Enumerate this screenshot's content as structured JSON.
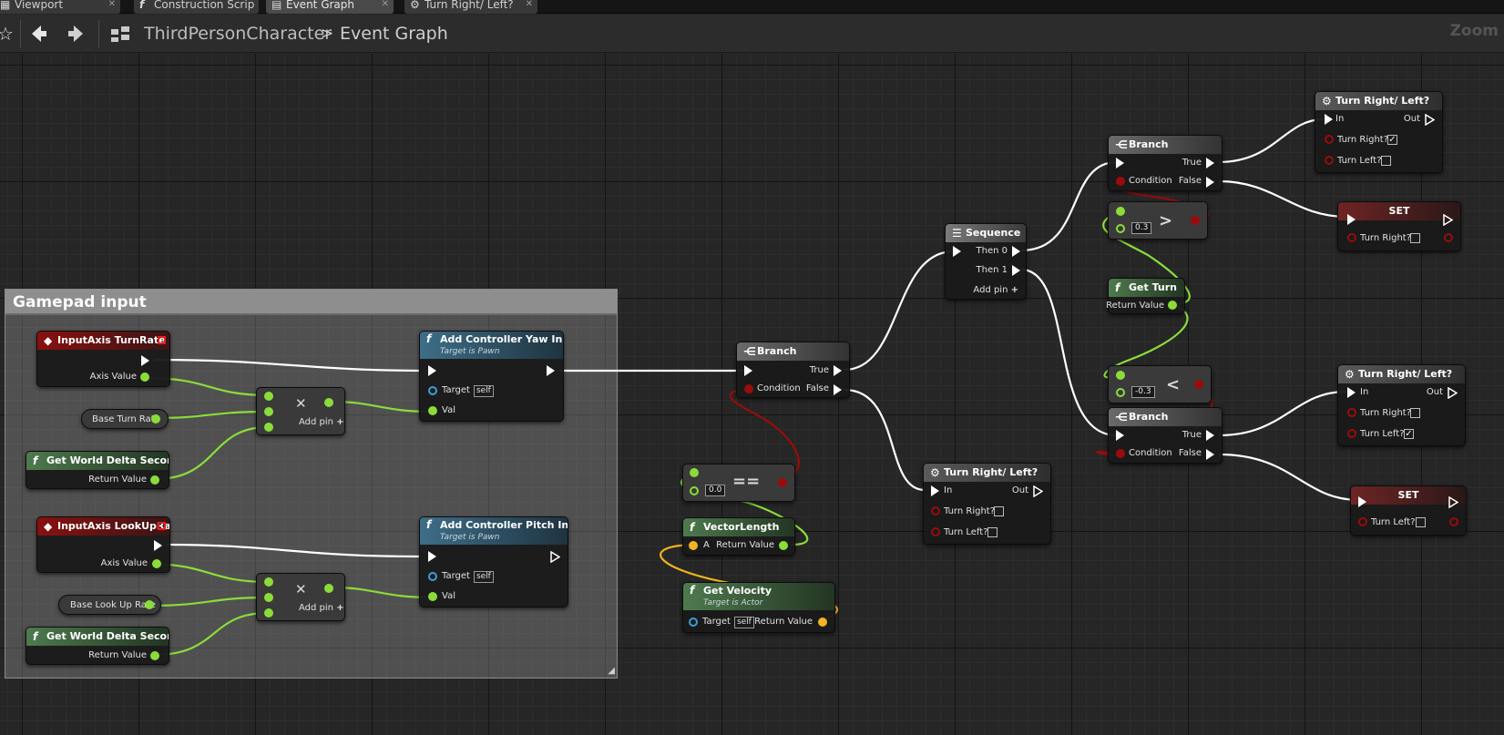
{
  "tabs": [
    {
      "label": "Viewport",
      "icon": "viewport-icon"
    },
    {
      "label": "Construction Scrip",
      "icon": "function-icon"
    },
    {
      "label": "Event Graph",
      "icon": "graph-icon",
      "active": true
    },
    {
      "label": "Turn Right/ Left?",
      "icon": "macro-gear-icon"
    }
  ],
  "toolbar": {
    "breadcrumb_root": "ThirdPersonCharacter",
    "breadcrumb_sep": ">",
    "breadcrumb_current": "Event Graph",
    "zoom_label": "Zoom"
  },
  "comment": {
    "title": "Gamepad input"
  },
  "common": {
    "self": "self",
    "target": "Target",
    "val": "Val",
    "add_pin": "Add pin",
    "axis_value": "Axis Value",
    "return_value": "Return Value",
    "condition": "Condition",
    "true": "True",
    "false": "False",
    "in": "In",
    "out": "Out",
    "turn_right": "Turn Right?",
    "turn_left": "Turn Left?",
    "a": "A",
    "then0": "Then 0",
    "then1": "Then 1"
  },
  "nodes": {
    "turnrate": {
      "title": "InputAxis TurnRate"
    },
    "base_turn_rate": {
      "label": "Base Turn Rate"
    },
    "delta1": {
      "title": "Get World Delta Seconds"
    },
    "yaw": {
      "title": "Add Controller Yaw Input",
      "subtitle": "Target is Pawn"
    },
    "lookup": {
      "title": "InputAxis LookUpRate"
    },
    "base_lookup_rate": {
      "label": "Base Look Up Rate"
    },
    "delta2": {
      "title": "Get World Delta Seconds"
    },
    "pitch": {
      "title": "Add Controller Pitch Input",
      "subtitle": "Target is Pawn"
    },
    "branch_main": {
      "title": "Branch"
    },
    "equals": {
      "op": "==",
      "value": "0.0"
    },
    "vector_length": {
      "title": "VectorLength"
    },
    "get_velocity": {
      "title": "Get Velocity",
      "subtitle": "Target is Actor"
    },
    "macro_bottom": {
      "title": "Turn Right/ Left?"
    },
    "sequence": {
      "title": "Sequence"
    },
    "greater": {
      "op": ">",
      "value": "0.3"
    },
    "get_turn": {
      "title": "Get Turn"
    },
    "less": {
      "op": "<",
      "value": "-0.3"
    },
    "branch_top": {
      "title": "Branch"
    },
    "branch_lower": {
      "title": "Branch"
    },
    "macro_top": {
      "title": "Turn Right/ Left?",
      "turn_right_checked": "✓",
      "turn_left_checked": ""
    },
    "set_top": {
      "title": "SET",
      "var": "Turn Right?"
    },
    "macro_mid": {
      "title": "Turn Right/ Left?",
      "turn_right_checked": "",
      "turn_left_checked": "✓"
    },
    "set_bottom": {
      "title": "SET",
      "var": "Turn Left?"
    }
  },
  "colors": {
    "exec_wire": "#ffffff",
    "float_wire": "#8bdc3a",
    "bool_wire": "#9a0c0c",
    "vector_wire": "#f0b322"
  }
}
